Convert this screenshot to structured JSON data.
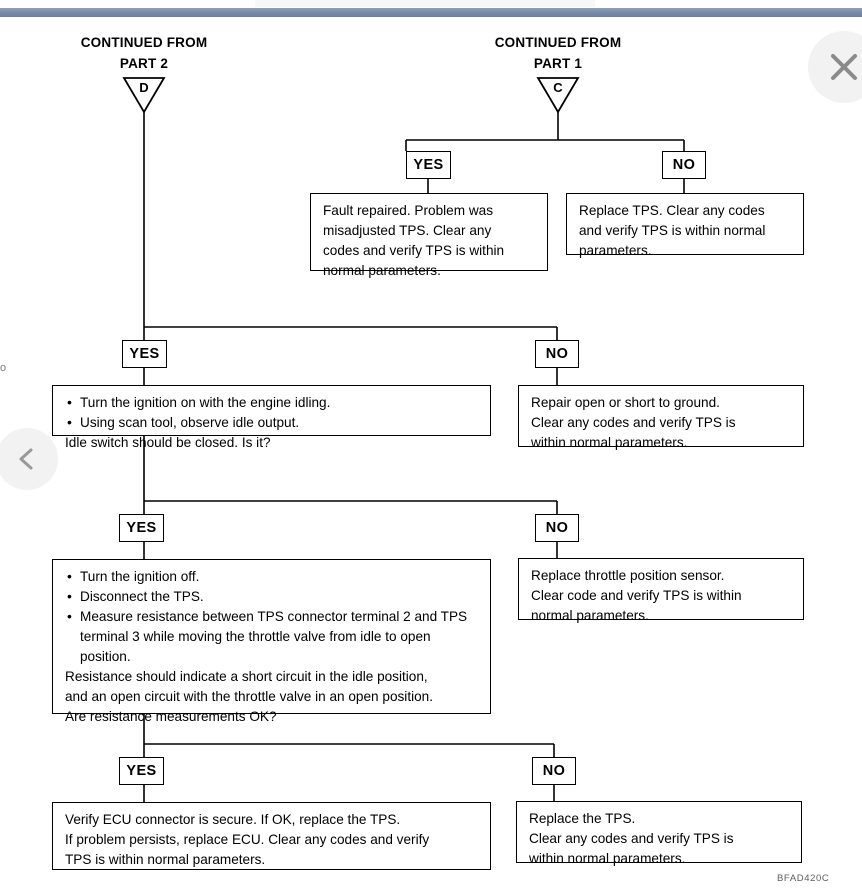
{
  "viewer": {
    "close_icon": "close-icon",
    "prev_icon": "chevron-left-icon",
    "top_bar_color": "#7a8caa"
  },
  "diagram": {
    "figure_code": "BFAD420C",
    "stray_mark": "o",
    "connectors": [
      {
        "id": "D",
        "line1": "CONTINUED FROM",
        "line2": "PART 2",
        "letter": "D"
      },
      {
        "id": "C",
        "line1": "CONTINUED FROM",
        "line2": "PART 1",
        "letter": "C"
      }
    ],
    "labels": {
      "yes": "YES",
      "no": "NO"
    },
    "branches": [
      {
        "name": "branch-part1",
        "yes_box": {
          "label": "YES",
          "lines": [
            "Fault repaired. Problem was",
            "misadjusted TPS. Clear any",
            "codes and verify TPS is within",
            "normal parameters."
          ]
        },
        "no_box": {
          "label": "NO",
          "lines": [
            "Replace TPS. Clear any codes",
            "and verify TPS is within normal",
            "parameters."
          ]
        }
      },
      {
        "name": "branch-idle-switch",
        "yes_box": {
          "label": "YES",
          "bullets": [
            "Turn the ignition on with the engine idling.",
            "Using scan tool, observe idle output."
          ],
          "plain": [
            "Idle switch should be closed. Is it?"
          ]
        },
        "no_box": {
          "label": "NO",
          "lines": [
            "Repair open or short to ground.",
            "Clear any codes and verify TPS is",
            "within normal parameters."
          ]
        }
      },
      {
        "name": "branch-resistance",
        "yes_box": {
          "label": "YES",
          "bullets": [
            "Turn the ignition off.",
            "Disconnect the TPS.",
            "Measure resistance between TPS connector terminal 2 and TPS terminal 3 while moving the throttle valve from idle to open position."
          ],
          "plain": [
            "Resistance should indicate a short circuit in the idle position,",
            "and an open circuit with the throttle valve in an open position.",
            "Are resistance measurements OK?"
          ]
        },
        "no_box": {
          "label": "NO",
          "lines": [
            "Replace throttle position sensor.",
            "Clear code and verify TPS is within",
            "normal parameters."
          ]
        }
      },
      {
        "name": "branch-final",
        "yes_box": {
          "label": "YES",
          "lines": [
            "Verify ECU connector is secure. If OK, replace the TPS.",
            "If problem persists, replace ECU. Clear any codes and verify",
            "TPS is within normal parameters."
          ]
        },
        "no_box": {
          "label": "NO",
          "lines": [
            "Replace the TPS.",
            "Clear any codes and verify TPS is",
            "within normal parameters."
          ]
        }
      }
    ]
  }
}
